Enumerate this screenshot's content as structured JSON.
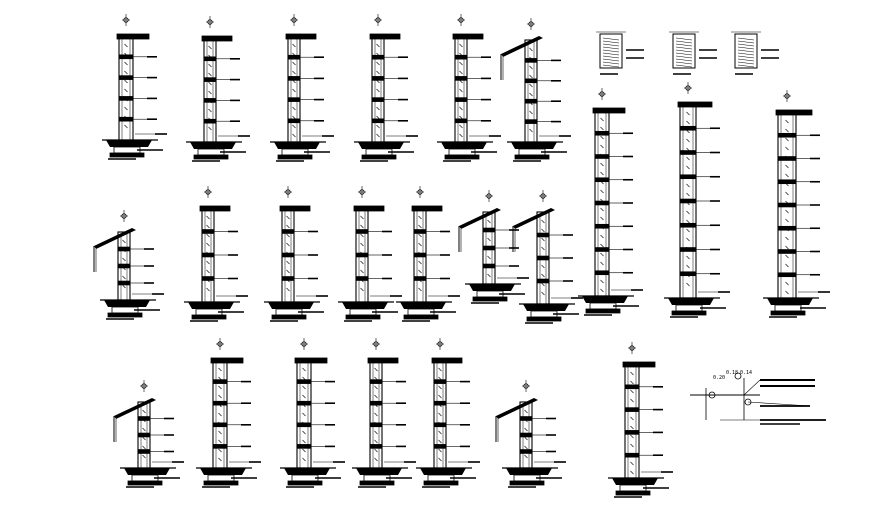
{
  "sheet": {
    "background": "#ffffff",
    "ink": "#000000"
  },
  "detail": {
    "dims": [
      "0.20",
      "0.18",
      "0.14"
    ]
  }
}
